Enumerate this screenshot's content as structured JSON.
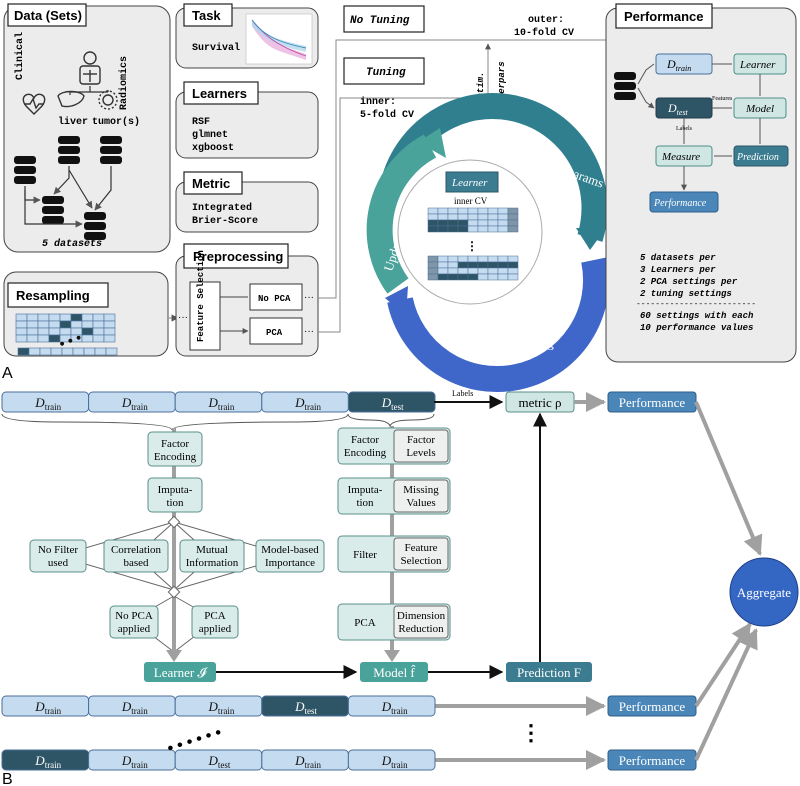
{
  "colors": {
    "panel_bg": "#ececec",
    "light_blue": "#c5dbef",
    "mid_blue": "#4a86b8",
    "dark_teal": "#2e5566",
    "teal_box": "#3b7c91",
    "light_teal": "#cfe6e3",
    "teal_arrow": "#4aa39a",
    "blue_arrow": "#3f66c9",
    "aggregate": "#3466c4",
    "gray_line": "#9c9c9c"
  },
  "panelA": {
    "label": "A",
    "data_sets": {
      "title": "Data (Sets)",
      "clinical": "Clinical",
      "radiomics": "Radiomics",
      "liver": "liver",
      "tumors": "tumor(s)",
      "footer": "5 datasets"
    },
    "task": {
      "title": "Task",
      "value": "Survival"
    },
    "learners": {
      "title": "Learners",
      "items": [
        "RSF",
        "glmnet",
        "xgboost"
      ]
    },
    "metric": {
      "title": "Metric",
      "lines": [
        "Integrated",
        "Brier-Score"
      ]
    },
    "preprocessing": {
      "title": "Preprocessing",
      "feature_selection": "Feature Selection",
      "no_pca": "No PCA",
      "pca": "PCA"
    },
    "resampling": {
      "title": "Resampling"
    },
    "no_tuning": "No Tuning",
    "tuning": "Tuning",
    "inner": {
      "line1": "inner:",
      "line2": "5-fold CV"
    },
    "outer": {
      "line1": "outer:",
      "line2": "10-fold CV"
    },
    "optim": {
      "line1": "optim.",
      "line2": "hyperpars"
    },
    "cycle": {
      "propose": "Propose new Hyperparams",
      "update": "Update Optimizer",
      "evaluate": "Evaluate by Resampling",
      "learner": "Learner",
      "inner_cv": "inner CV"
    },
    "performance": {
      "title": "Performance",
      "d_train": "D",
      "d_train_sub": "train",
      "d_test": "D",
      "d_test_sub": "test",
      "learner": "Learner",
      "model": "Model",
      "prediction": "Prediction",
      "measure": "Measure",
      "performance_box": "Performance",
      "features": "Features",
      "labels": "Labels",
      "summary": [
        "5  datasets per",
        "3  Learners per",
        "2  PCA settings per",
        "2  tuning settings"
      ],
      "separator": "-------------------------",
      "totals": [
        "60 settings with each",
        "10 performance values"
      ]
    }
  },
  "panelB": {
    "label": "B",
    "d": "D",
    "train": "train",
    "test": "test",
    "labels_arrow": "Labels",
    "metric": "metric ρ",
    "performance": "Performance",
    "aggregate": "Aggregate",
    "left_steps": {
      "factor_encoding": [
        "Factor",
        "Encoding"
      ],
      "imputation": [
        "Imputa-",
        "tion"
      ],
      "no_filter": [
        "No Filter",
        "used"
      ],
      "correlation": [
        "Correlation",
        "based"
      ],
      "mutual": [
        "Mutual",
        "Information"
      ],
      "model_based": [
        "Model-based",
        "Importance"
      ],
      "no_pca": [
        "No PCA",
        "applied"
      ],
      "pca": [
        "PCA",
        "applied"
      ]
    },
    "right_steps": {
      "factor_encoding": [
        "Factor",
        "Encoding"
      ],
      "factor_levels": [
        "Factor",
        "Levels"
      ],
      "imputation": [
        "Imputa-",
        "tion"
      ],
      "missing_values": [
        "Missing",
        "Values"
      ],
      "filter": "Filter",
      "feature_selection": [
        "Feature",
        "Selection"
      ],
      "pca": "PCA",
      "dimension_reduction": [
        "Dimension",
        "Reduction"
      ]
    },
    "learner": "Learner 𝓘",
    "model": "Model f̂",
    "prediction": "Prediction F",
    "ellipsis_v": "⋮"
  }
}
